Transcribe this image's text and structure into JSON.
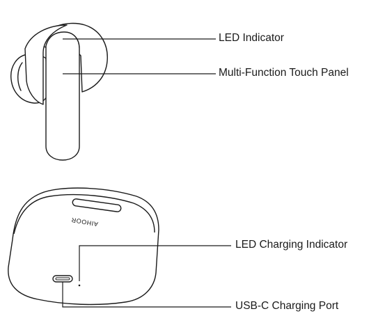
{
  "callouts": {
    "led_indicator": "LED Indicator",
    "touch_panel": "Multi-Function Touch Panel",
    "led_charging_indicator": "LED Charging Indicator",
    "usbc_port": "USB-C Charging Port"
  },
  "case": {
    "brand": "AIHOOR"
  },
  "colors": {
    "line": "#1a1a1a",
    "background": "#ffffff"
  }
}
